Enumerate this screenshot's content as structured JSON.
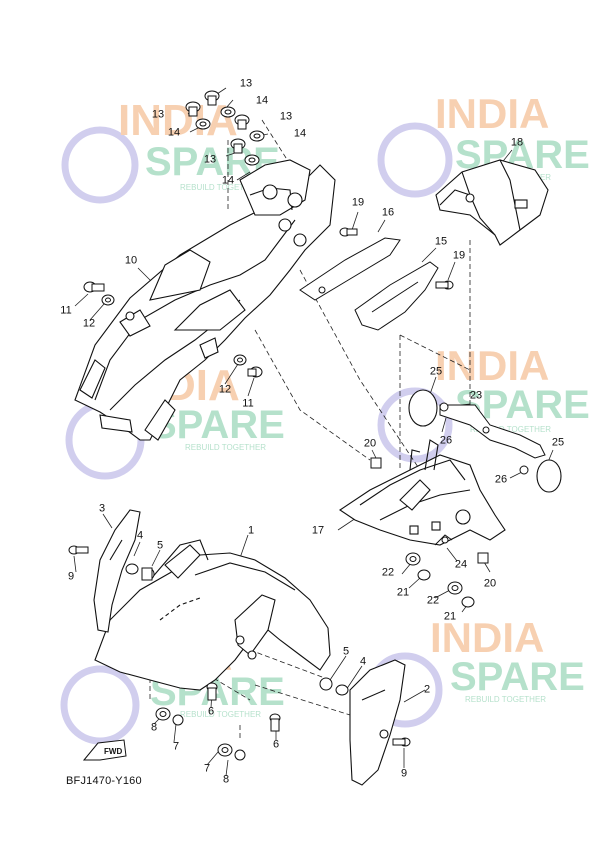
{
  "diagram_code": "BFJ1470-Y160",
  "fwd_label": "FWD",
  "watermark": {
    "line1": "INDIA",
    "line2": "SPARE",
    "tagline": "REBUILD TOGETHER",
    "color_orange": "#f6c8a4",
    "color_green": "#a9dcc3",
    "color_purple": "#c9c6ec"
  },
  "callouts": {
    "c1": "1",
    "c2": "2",
    "c3": "3",
    "c4a": "4",
    "c4b": "4",
    "c5a": "5",
    "c5b": "5",
    "c6a": "6",
    "c6b": "6",
    "c7a": "7",
    "c7b": "7",
    "c8a": "8",
    "c8b": "8",
    "c9a": "9",
    "c9b": "9",
    "c10": "10",
    "c11a": "11",
    "c11b": "11",
    "c12a": "12",
    "c12b": "12",
    "c13a": "13",
    "c13b": "13",
    "c13c": "13",
    "c13d": "13",
    "c14a": "14",
    "c14b": "14",
    "c14c": "14",
    "c14d": "14",
    "c15": "15",
    "c16": "16",
    "c17": "17",
    "c18": "18",
    "c19a": "19",
    "c19b": "19",
    "c20a": "20",
    "c20b": "20",
    "c21a": "21",
    "c21b": "21",
    "c22a": "22",
    "c22b": "22",
    "c23": "23",
    "c24": "24",
    "c25a": "25",
    "c25b": "25",
    "c26a": "26",
    "c26b": "26"
  }
}
